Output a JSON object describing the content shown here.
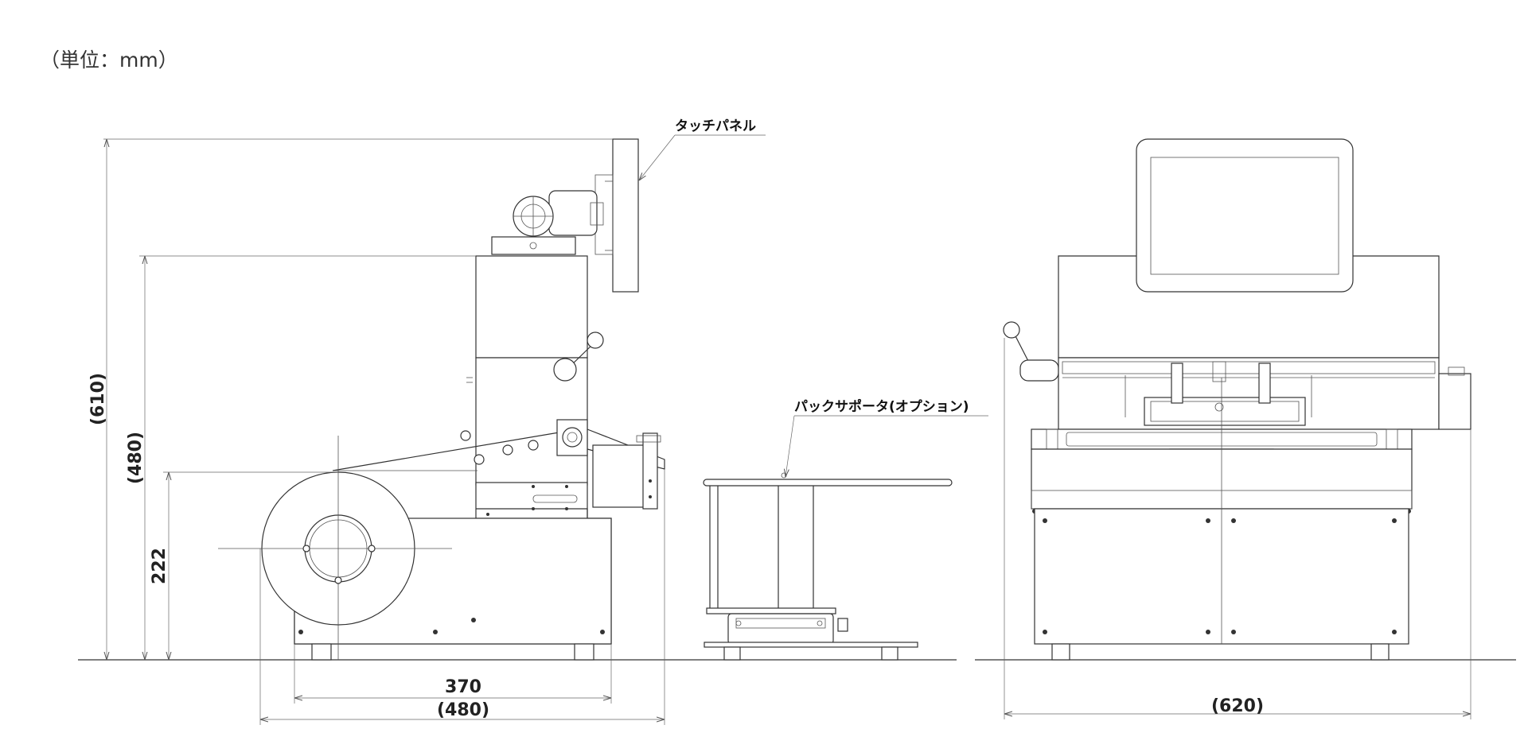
{
  "unit_label": "（単位：mm）",
  "callouts": {
    "touch_panel": "タッチパネル",
    "pack_supporter": "パックサポータ(オプション)"
  },
  "dimensions": {
    "total_height": "(610)",
    "body_height": "(480)",
    "roll_height": "222",
    "base_width": "370",
    "total_depth": "(480)",
    "front_width": "(620)"
  }
}
